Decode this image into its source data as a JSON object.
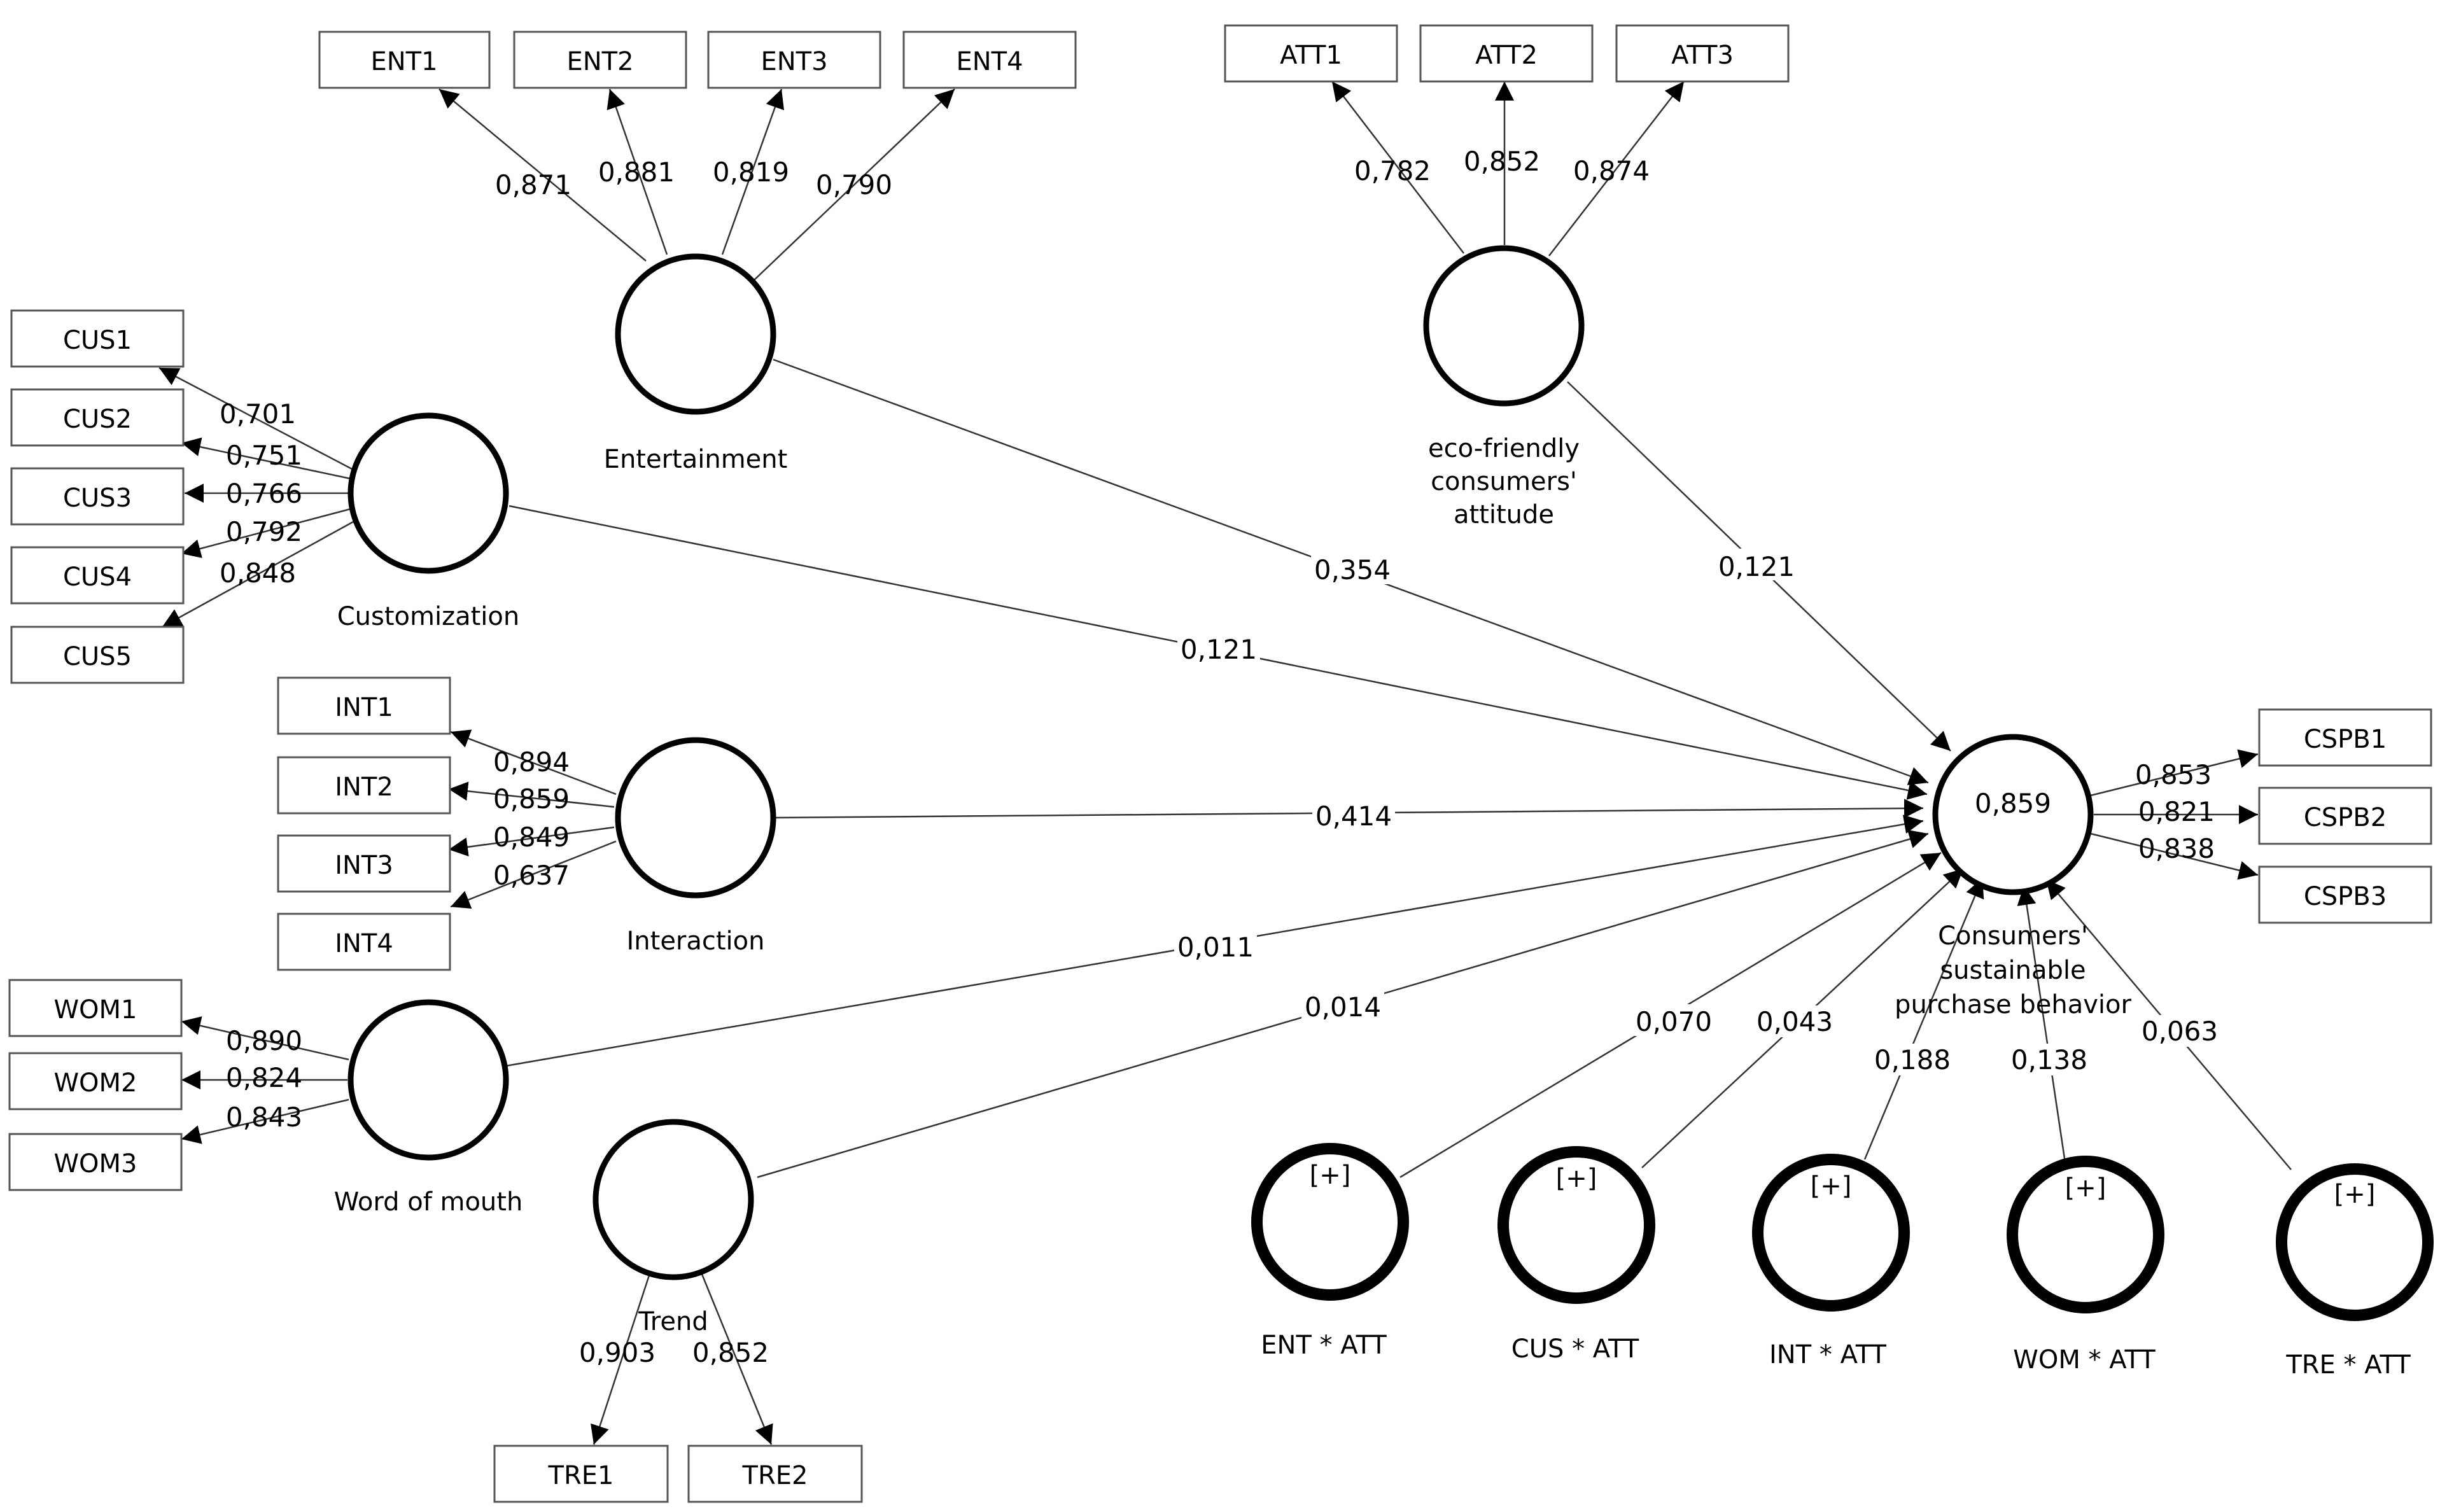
{
  "latents": {
    "entertainment": "Entertainment",
    "attitude": [
      "eco-friendly",
      "consumers'",
      "attitude"
    ],
    "customization": "Customization",
    "interaction": "Interaction",
    "word_of_mouth": "Word of mouth",
    "trend": "Trend",
    "outcome": [
      "Consumers'",
      "sustainable",
      "purchase behavior"
    ],
    "outcome_r2": "0,859",
    "moderators": [
      {
        "label": "ENT * ATT",
        "symbol": "[+]"
      },
      {
        "label": "CUS * ATT",
        "symbol": "[+]"
      },
      {
        "label": "INT * ATT",
        "symbol": "[+]"
      },
      {
        "label": "WOM * ATT",
        "symbol": "[+]"
      },
      {
        "label": "TRE * ATT",
        "symbol": "[+]"
      }
    ]
  },
  "indicators": {
    "ent": [
      {
        "name": "ENT1",
        "loading": "0,871"
      },
      {
        "name": "ENT2",
        "loading": "0,881"
      },
      {
        "name": "ENT3",
        "loading": "0,819"
      },
      {
        "name": "ENT4",
        "loading": "0,790"
      }
    ],
    "att": [
      {
        "name": "ATT1",
        "loading": "0,782"
      },
      {
        "name": "ATT2",
        "loading": "0,852"
      },
      {
        "name": "ATT3",
        "loading": "0,874"
      }
    ],
    "cus": [
      {
        "name": "CUS1",
        "loading": "0,701"
      },
      {
        "name": "CUS2",
        "loading": "0,751"
      },
      {
        "name": "CUS3",
        "loading": "0,766"
      },
      {
        "name": "CUS4",
        "loading": "0,792"
      },
      {
        "name": "CUS5",
        "loading": "0,848"
      }
    ],
    "int": [
      {
        "name": "INT1",
        "loading": "0,894"
      },
      {
        "name": "INT2",
        "loading": "0,859"
      },
      {
        "name": "INT3",
        "loading": "0,849"
      },
      {
        "name": "INT4",
        "loading": "0,637"
      }
    ],
    "wom": [
      {
        "name": "WOM1",
        "loading": "0,890"
      },
      {
        "name": "WOM2",
        "loading": "0,824"
      },
      {
        "name": "WOM3",
        "loading": "0,843"
      }
    ],
    "tre": [
      {
        "name": "TRE1",
        "loading": "0,903"
      },
      {
        "name": "TRE2",
        "loading": "0,852"
      }
    ],
    "cspb": [
      {
        "name": "CSPB1",
        "loading": "0,853"
      },
      {
        "name": "CSPB2",
        "loading": "0,821"
      },
      {
        "name": "CSPB3",
        "loading": "0,838"
      }
    ]
  },
  "paths": {
    "ent": "0,354",
    "att": "0,121",
    "cus": "0,121",
    "int": "0,414",
    "wom": "0,011",
    "tre": "0,014",
    "ent_att": "0,070",
    "cus_att": "0,043",
    "int_att": "0,188",
    "wom_att": "0,138",
    "tre_att": "0,063"
  }
}
